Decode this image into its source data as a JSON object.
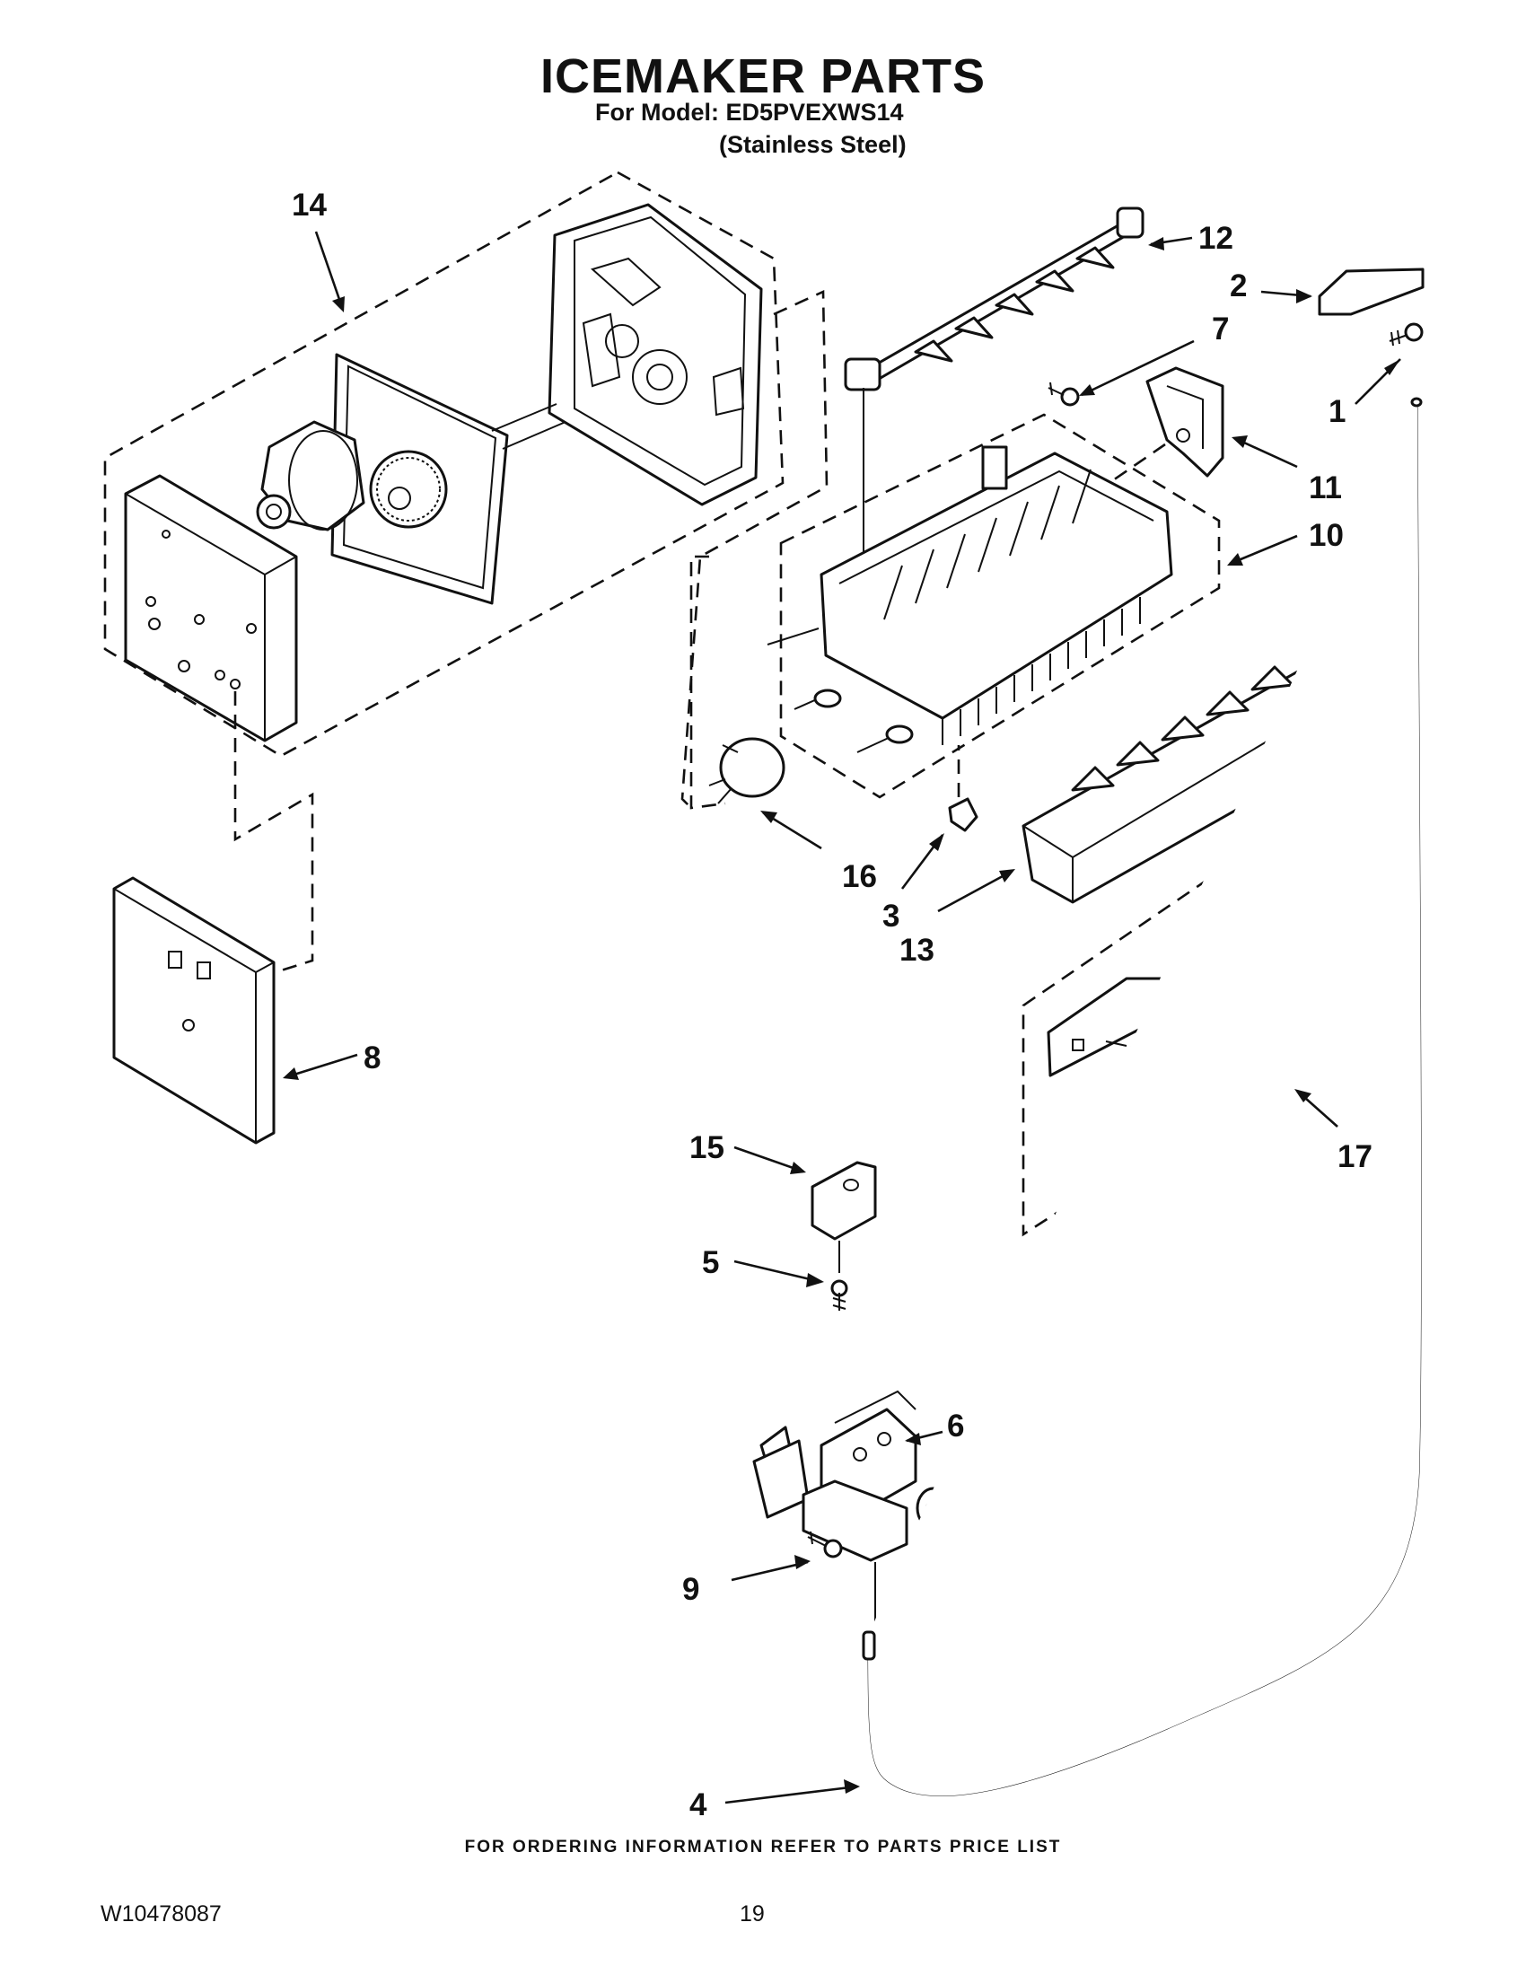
{
  "header": {
    "title": "ICEMAKER PARTS",
    "model_line": "For Model: ED5PVEXWS14",
    "finish_line": "(Stainless Steel)"
  },
  "callouts": [
    "1",
    "2",
    "3",
    "4",
    "5",
    "6",
    "7",
    "8",
    "9",
    "10",
    "11",
    "12",
    "13",
    "14",
    "15",
    "16",
    "17"
  ],
  "footer": {
    "note": "FOR ORDERING INFORMATION REFER TO PARTS PRICE LIST",
    "doc_number": "W10478087",
    "page_number": "19"
  }
}
